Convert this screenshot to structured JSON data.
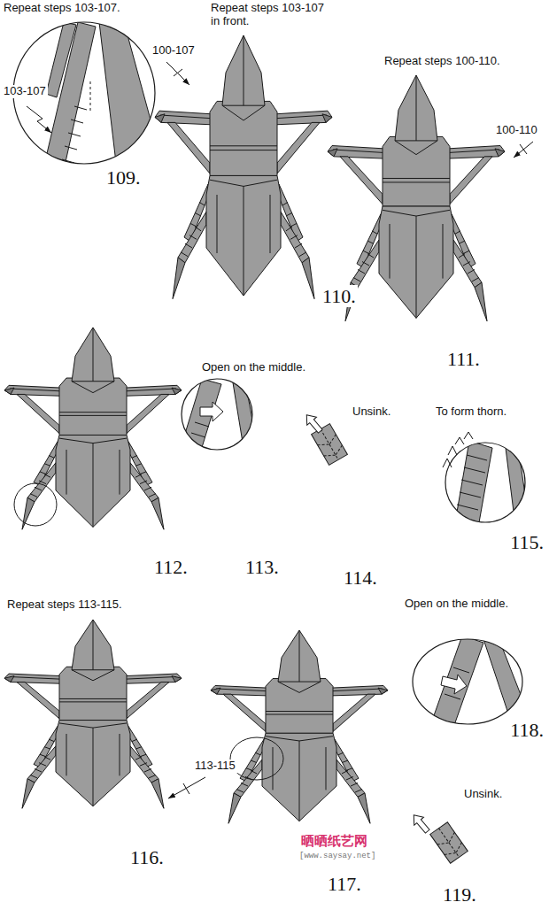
{
  "diagram": {
    "labels": [
      "Repeat steps 103-107.",
      "103-107",
      "109.",
      "Repeat steps 103-107 in front.",
      "100-107",
      "110.",
      "Repeat steps 100-110.",
      "100-110",
      "111.",
      "112.",
      "Open on the middle.",
      "113.",
      "Unsink.",
      "114.",
      "To form thorn.",
      "115.",
      "Repeat steps 113-115.",
      "113-115",
      "116.",
      "117.",
      "Open on the middle.",
      "118.",
      "Unsink.",
      "119.",
      "晒晒纸艺网",
      "[www.saysay.net]"
    ]
  }
}
